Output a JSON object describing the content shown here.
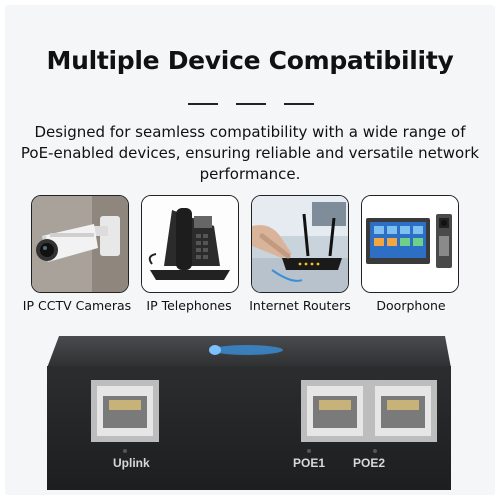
{
  "heading": "Multiple Device Compatibility",
  "description": "Designed for seamless compatibility with a wide range of PoE-enabled devices, ensuring reliable and versatile network performance.",
  "devices": [
    {
      "label": "IP CCTV Cameras",
      "icon": "cctv-camera-icon"
    },
    {
      "label": "IP Telephones",
      "icon": "ip-phone-icon"
    },
    {
      "label": "Internet Routers",
      "icon": "router-icon"
    },
    {
      "label": "Doorphone",
      "icon": "doorphone-icon"
    }
  ],
  "ports": {
    "uplink": "Uplink",
    "poe1": "POE1",
    "poe2": "POE2"
  },
  "colors": {
    "device_body": "#2a2b2d",
    "accent_blue": "#3a8fd8"
  }
}
